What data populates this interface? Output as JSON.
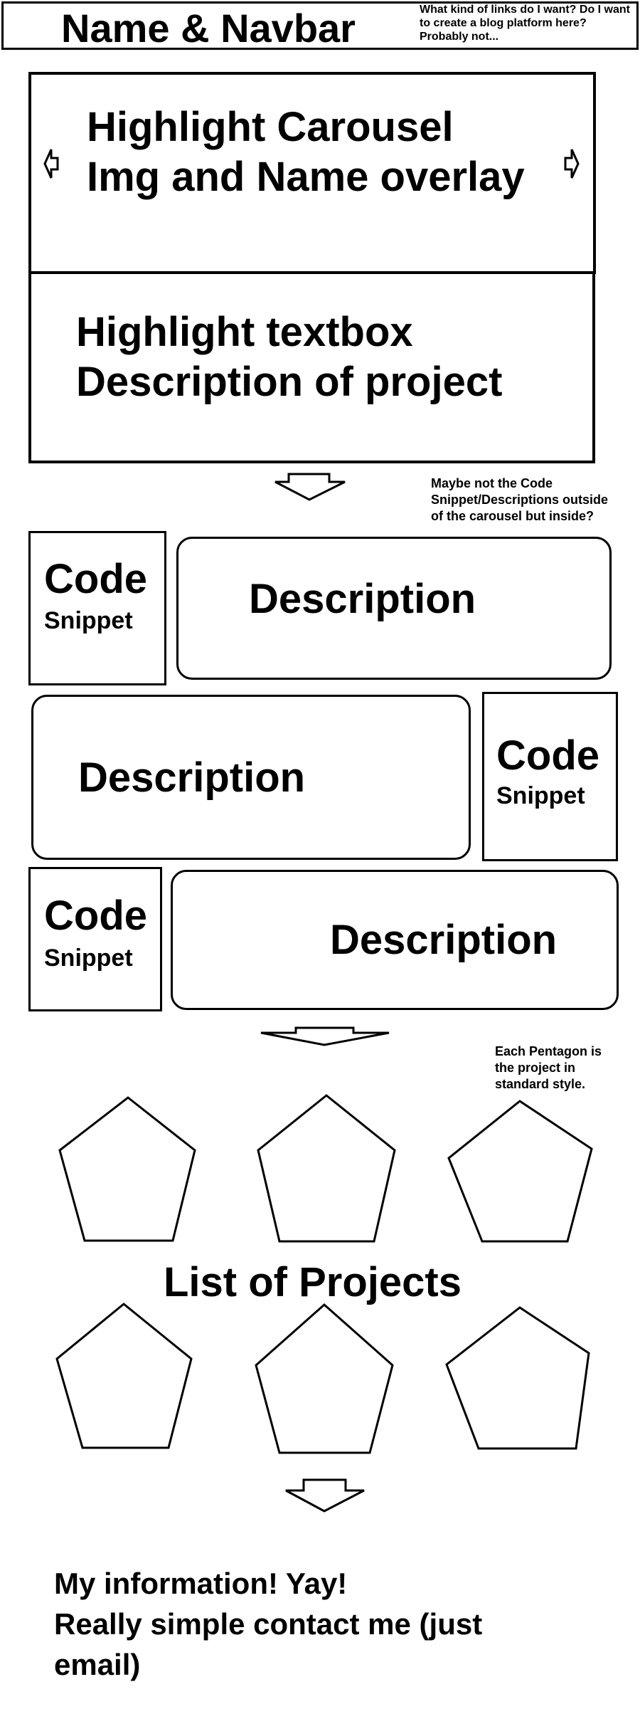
{
  "navbar": {
    "title": "Name & Navbar",
    "note": [
      "What kind of links do I want? Do I want",
      "to create a blog platform here?",
      "Probably not..."
    ]
  },
  "carousel": {
    "line1": "Highlight Carousel",
    "line2": "Img and Name overlay",
    "prev_icon": "arrow-left-icon",
    "next_icon": "arrow-right-icon"
  },
  "highlight_textbox": {
    "line1": "Highlight textbox",
    "line2": "Description of project"
  },
  "note_carousel": [
    "Maybe not the Code",
    "Snippet/Descriptions outside",
    "of the carousel but inside?"
  ],
  "rows": [
    {
      "code": "Code",
      "snippet": "Snippet",
      "description": "Description"
    },
    {
      "code": "Code",
      "snippet": "Snippet",
      "description": "Description"
    },
    {
      "code": "Code",
      "snippet": "Snippet",
      "description": "Description"
    }
  ],
  "note_pentagon": [
    "Each Pentagon is",
    "the project in",
    "standard style."
  ],
  "projects": {
    "title": "List of Projects"
  },
  "footer": {
    "line1": "My information! Yay!",
    "line2": "Really simple contact me (just",
    "line3": "email)"
  },
  "icons": [
    "arrow-down-icon",
    "pentagon-icon"
  ]
}
